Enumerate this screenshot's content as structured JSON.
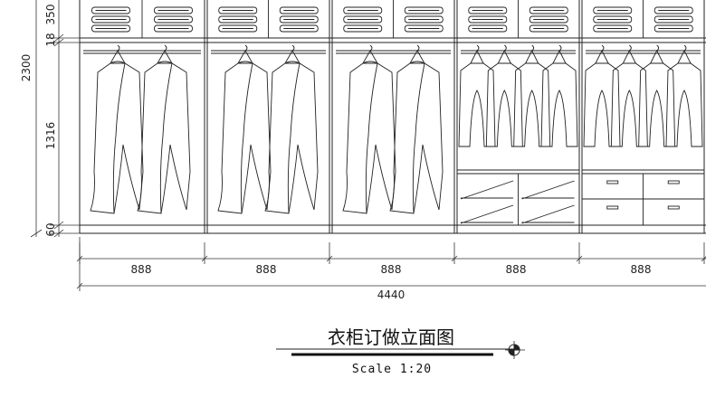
{
  "drawing": {
    "title": "衣柜订做立面图",
    "scale": "Scale 1:20"
  },
  "dimensions": {
    "vertical": [
      "350",
      "18",
      "2300",
      "1316",
      "60"
    ],
    "units": [
      "888",
      "888",
      "888",
      "888",
      "888"
    ],
    "total": "4440"
  },
  "bays": [
    {
      "type": "long-hang",
      "shelf_stacks": 2,
      "garments": 2
    },
    {
      "type": "long-hang",
      "shelf_stacks": 2,
      "garments": 2
    },
    {
      "type": "long-hang",
      "shelf_stacks": 2,
      "garments": 2
    },
    {
      "type": "short-hang-with-slanted-shelves",
      "shelf_stacks": 2,
      "garments": 4
    },
    {
      "type": "short-hang-with-drawers",
      "shelf_stacks": 2,
      "garments": 4
    }
  ]
}
